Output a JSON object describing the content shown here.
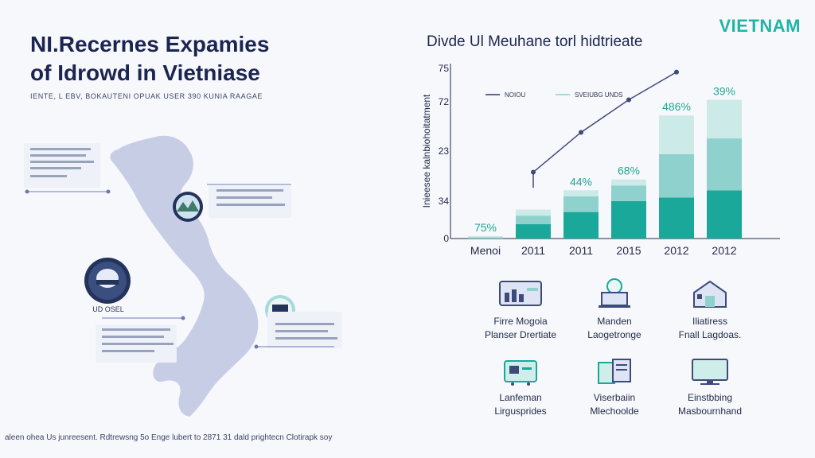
{
  "brand": "VIETNAM",
  "header": {
    "title_line1": "NI.Recernes Expamies",
    "title_line2": "of Idrowd in Vietniase",
    "subtitle": "IENTE, L EBV, BOKAUTENI OPUAK USER 390 KUNIA RAAGAE"
  },
  "map": {
    "fill_color": "#c8cde6",
    "callouts": [
      {
        "label": "",
        "lines": [
          "",
          "",
          "",
          ""
        ]
      },
      {
        "label": "",
        "lines": [
          "",
          "",
          ""
        ]
      },
      {
        "label": "UD OSEL",
        "lines": []
      },
      {
        "label": "",
        "lines": [
          "",
          "",
          "",
          ""
        ]
      },
      {
        "label": "",
        "lines": [
          "",
          "",
          ""
        ]
      }
    ],
    "markers": [
      {
        "icon": "landscape-icon"
      },
      {
        "icon": "helmet-icon"
      },
      {
        "icon": "laptop-icon"
      }
    ]
  },
  "chart_data": {
    "type": "bar",
    "title": "Divde Ul Meuhane torl hidtrieate",
    "ylabel": "Inieesee kalnbiohoitatment",
    "y_ticks": [
      "0",
      "34",
      "23",
      "72",
      "75"
    ],
    "categories": [
      "Menoi",
      "2011",
      "2011",
      "2015",
      "2012",
      "2012"
    ],
    "legend": [
      {
        "name": "NOIOU",
        "color": "#5a6890"
      },
      {
        "name": "SVEIUBG UNDS",
        "color": "#a7dad7"
      }
    ],
    "series": [
      {
        "values": [
          0,
          12,
          22,
          31,
          34,
          40
        ],
        "color": "#1aa89b"
      },
      {
        "values": [
          1,
          7,
          13,
          13,
          36,
          43
        ],
        "color": "#8fd2cd"
      },
      {
        "values": [
          1,
          5,
          5,
          5,
          32,
          32
        ],
        "color": "#cbeae8"
      }
    ],
    "data_labels": [
      "75%",
      "",
      "44%",
      "68%",
      "486%",
      "39%"
    ],
    "line_points": [
      {
        "category_index": 1,
        "value": 55
      },
      {
        "category_index": 2,
        "value": 88
      },
      {
        "category_index": 3,
        "value": 115
      },
      {
        "category_index": 4,
        "value": 138
      }
    ],
    "line_color": "#3e4b7a",
    "ylim": [
      0,
      145
    ]
  },
  "features": [
    {
      "line1": "Firre Mogoia",
      "line2": "Planser Drertiate",
      "icon": "chart-card-icon"
    },
    {
      "line1": "Manden",
      "line2": "Laogetronge",
      "icon": "clock-laptop-icon"
    },
    {
      "line1": "Iliatiress",
      "line2": "Fnall Lagdoas.",
      "icon": "house-icon"
    },
    {
      "line1": "Lanfeman",
      "line2": "Lirgusprides",
      "icon": "shopping-icon"
    },
    {
      "line1": "Viserbaiin",
      "line2": "Mlechoolde",
      "icon": "documents-icon"
    },
    {
      "line1": "Einstbbing",
      "line2": "Masbournhand",
      "icon": "monitor-icon"
    }
  ],
  "footer": "aleen ohea Us junreesent. Rdtrewsng 5o Enge lubert to 2871 31 dald prightecn Clotirapk soy"
}
